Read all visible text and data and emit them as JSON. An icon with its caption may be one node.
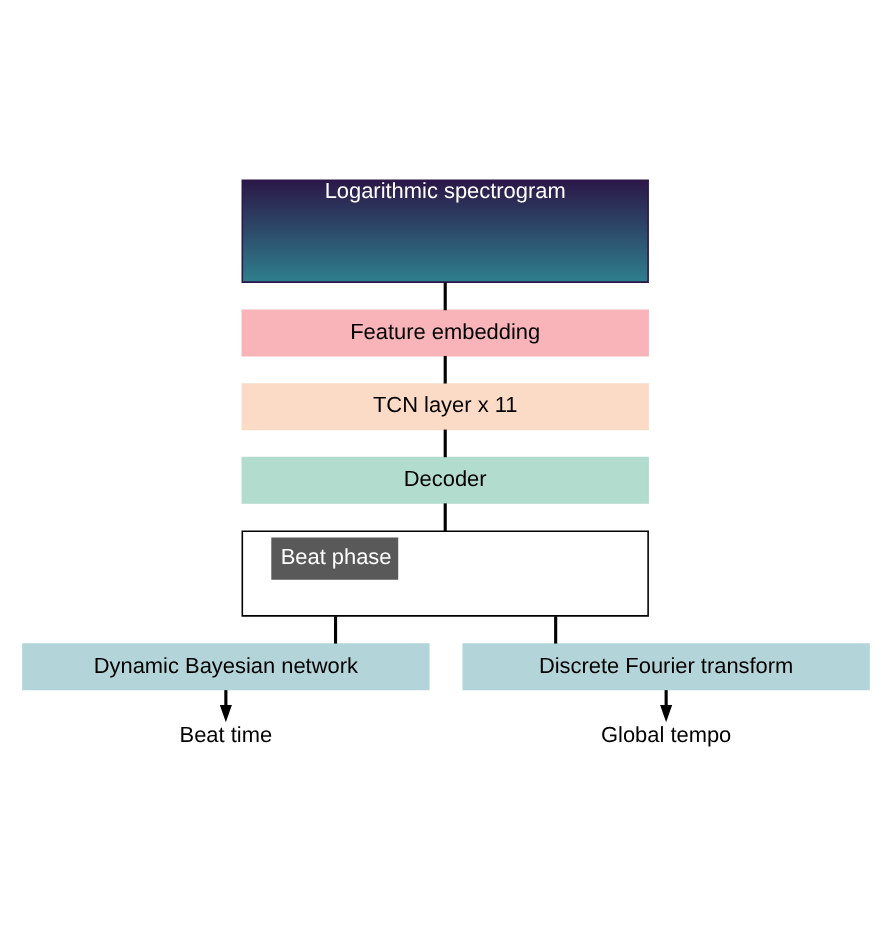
{
  "diagram": {
    "nodes": [
      {
        "text": [
          "Logarithmic spectrogram"
        ]
      },
      {
        "text": [
          "Feature embedding"
        ]
      },
      {
        "text": [
          "TCN layer x 11"
        ]
      },
      {
        "text": [
          "Decoder"
        ]
      },
      {
        "text": [
          "Beat phase"
        ]
      },
      {
        "text": [
          "Dynamic Bayesian network"
        ]
      },
      {
        "text": [
          "Discrete Fourier transform"
        ]
      },
      {
        "text": [
          "Beat time"
        ]
      },
      {
        "text": [
          "Global tempo"
        ]
      }
    ],
    "edges": [
      {
        "from": 0,
        "to": 1,
        "arrow": "none"
      },
      {
        "from": 1,
        "to": 2,
        "arrow": "none"
      },
      {
        "from": 2,
        "to": 3,
        "arrow": "none"
      },
      {
        "from": 3,
        "to": 4,
        "arrow": "none"
      },
      {
        "from": 4,
        "to": 5,
        "arrow": "none"
      },
      {
        "from": 5,
        "to": 7,
        "arrow": "to"
      },
      {
        "from": 4,
        "to": 6,
        "arrow": "none"
      },
      {
        "from": 6,
        "to": 8,
        "arrow": "to"
      }
    ]
  }
}
